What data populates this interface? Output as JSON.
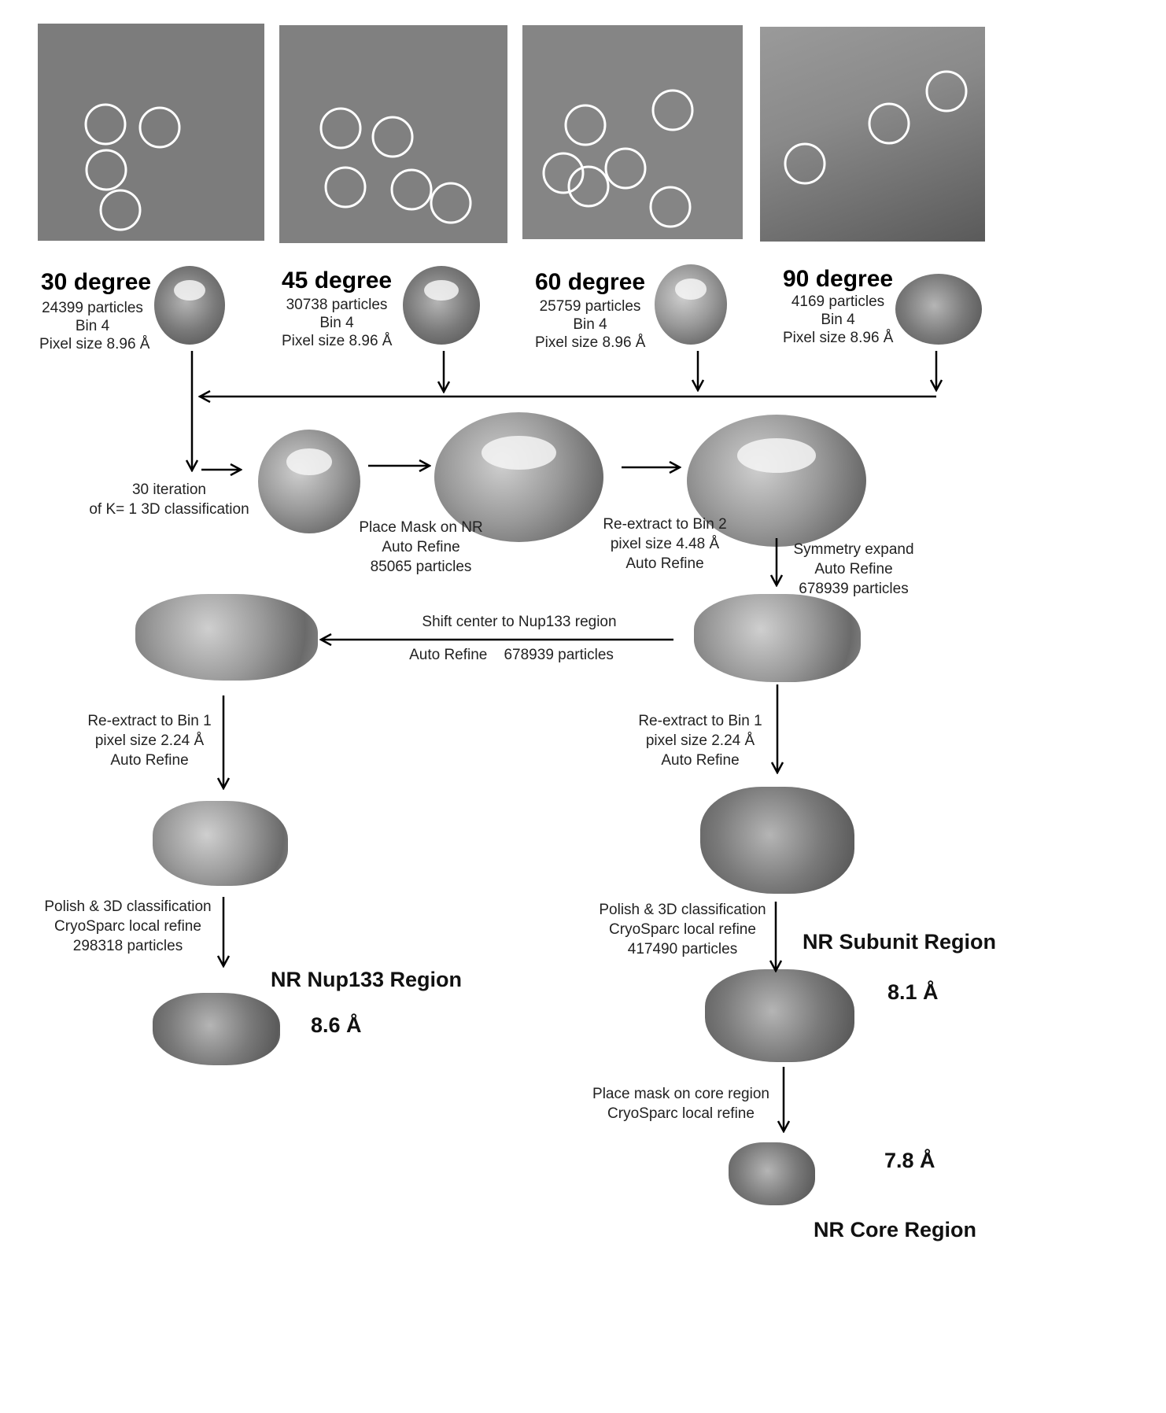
{
  "tilts": [
    {
      "title": "30 degree",
      "particles": "24399 particles",
      "bin": "Bin 4",
      "pixel": "Pixel size 8.96 Å"
    },
    {
      "title": "45 degree",
      "particles": "30738 particles",
      "bin": "Bin 4",
      "pixel": "Pixel size 8.96 Å"
    },
    {
      "title": "60 degree",
      "particles": "25759 particles",
      "bin": "Bin 4",
      "pixel": "Pixel size 8.96 Å"
    },
    {
      "title": "90 degree",
      "particles": "4169 particles",
      "bin": "Bin 4",
      "pixel": "Pixel size 8.96 Å"
    }
  ],
  "steps": {
    "classification": [
      "30 iteration",
      "of K= 1 3D classification"
    ],
    "mask_nr": [
      "Place Mask on NR",
      "Auto Refine",
      "85065 particles"
    ],
    "reextract_bin2": [
      "Re-extract to Bin 2",
      "pixel size 4.48 Å",
      "Auto Refine"
    ],
    "symmetry": [
      "Symmetry expand",
      "Auto Refine",
      "678939 particles"
    ],
    "shift_center": [
      "Shift center to Nup133 region",
      "Auto Refine    678939 particles"
    ],
    "left_reextract_bin1": [
      "Re-extract to Bin 1",
      "pixel size 2.24 Å",
      "Auto Refine"
    ],
    "right_reextract_bin1": [
      "Re-extract to Bin 1",
      "pixel size 2.24 Å",
      "Auto Refine"
    ],
    "left_polish": [
      "Polish & 3D classification",
      "CryoSparc local refine",
      "298318 particles"
    ],
    "right_polish": [
      "Polish & 3D classification",
      "CryoSparc local refine",
      "417490 particles"
    ],
    "core_mask": [
      "Place mask on core region",
      "CryoSparc local refine"
    ]
  },
  "results": {
    "nup133": {
      "name": "NR Nup133 Region",
      "resolution": "8.6 Å"
    },
    "subunit": {
      "name": "NR Subunit Region",
      "resolution": "8.1 Å"
    },
    "core": {
      "name": "NR Core Region",
      "resolution": "7.8 Å"
    }
  },
  "colors": {
    "micrograph": "#7e7e7e",
    "circle": "#ffffff",
    "arrow": "#000000"
  }
}
